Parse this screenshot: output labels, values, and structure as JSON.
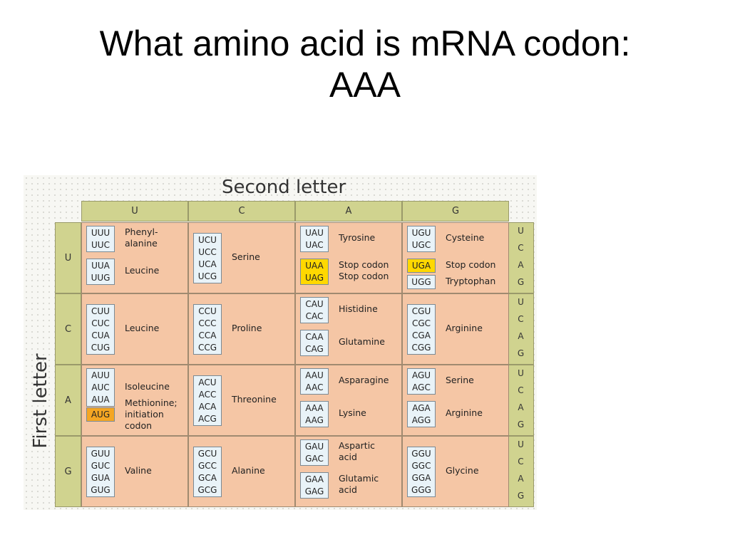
{
  "title": {
    "line1": "What amino acid is mRNA codon:",
    "line2": "AAA"
  },
  "table": {
    "second_letter_label": "Second letter",
    "first_letter_label": "First letter",
    "column_headers": [
      "U",
      "C",
      "A",
      "G"
    ],
    "row_headers": [
      "U",
      "C",
      "A",
      "G"
    ],
    "third_letters": [
      "U",
      "C",
      "A",
      "G"
    ],
    "cells": [
      [
        {
          "groups": [
            {
              "codons": [
                "UUU",
                "UUC"
              ],
              "label": "Phenyl-\nalanine"
            },
            {
              "codons": [
                "UUA",
                "UUG"
              ],
              "label": "Leucine"
            }
          ]
        },
        {
          "groups": [
            {
              "codons": [
                "UCU",
                "UCC",
                "UCA",
                "UCG"
              ],
              "label": "Serine"
            }
          ]
        },
        {
          "groups": [
            {
              "codons": [
                "UAU",
                "UAC"
              ],
              "label": "Tyrosine"
            },
            {
              "codons": [
                "UAA",
                "UAG"
              ],
              "label": "Stop codon\nStop codon",
              "highlight": "stop"
            }
          ]
        },
        {
          "groups": [
            {
              "codons": [
                "UGU",
                "UGC"
              ],
              "label": "Cysteine"
            },
            {
              "codons": [
                "UGA"
              ],
              "label": "Stop codon",
              "highlight": "stop"
            },
            {
              "codons": [
                "UGG"
              ],
              "label": "Tryptophan"
            }
          ]
        }
      ],
      [
        {
          "groups": [
            {
              "codons": [
                "CUU",
                "CUC",
                "CUA",
                "CUG"
              ],
              "label": "Leucine"
            }
          ]
        },
        {
          "groups": [
            {
              "codons": [
                "CCU",
                "CCC",
                "CCA",
                "CCG"
              ],
              "label": "Proline"
            }
          ]
        },
        {
          "groups": [
            {
              "codons": [
                "CAU",
                "CAC"
              ],
              "label": "Histidine"
            },
            {
              "codons": [
                "CAA",
                "CAG"
              ],
              "label": "Glutamine"
            }
          ]
        },
        {
          "groups": [
            {
              "codons": [
                "CGU",
                "CGC",
                "CGA",
                "CGG"
              ],
              "label": "Arginine"
            }
          ]
        }
      ],
      [
        {
          "groups": [
            {
              "codons": [
                "AUU",
                "AUC",
                "AUA"
              ],
              "label": "Isoleucine"
            },
            {
              "codons": [
                "AUG"
              ],
              "label": "Methionine;\ninitiation\ncodon",
              "highlight": "start"
            }
          ]
        },
        {
          "groups": [
            {
              "codons": [
                "ACU",
                "ACC",
                "ACA",
                "ACG"
              ],
              "label": "Threonine"
            }
          ]
        },
        {
          "groups": [
            {
              "codons": [
                "AAU",
                "AAC"
              ],
              "label": "Asparagine"
            },
            {
              "codons": [
                "AAA",
                "AAG"
              ],
              "label": "Lysine"
            }
          ]
        },
        {
          "groups": [
            {
              "codons": [
                "AGU",
                "AGC"
              ],
              "label": "Serine"
            },
            {
              "codons": [
                "AGA",
                "AGG"
              ],
              "label": "Arginine"
            }
          ]
        }
      ],
      [
        {
          "groups": [
            {
              "codons": [
                "GUU",
                "GUC",
                "GUA",
                "GUG"
              ],
              "label": "Valine"
            }
          ]
        },
        {
          "groups": [
            {
              "codons": [
                "GCU",
                "GCC",
                "GCA",
                "GCG"
              ],
              "label": "Alanine"
            }
          ]
        },
        {
          "groups": [
            {
              "codons": [
                "GAU",
                "GAC"
              ],
              "label": "Aspartic\nacid"
            },
            {
              "codons": [
                "GAA",
                "GAG"
              ],
              "label": "Glutamic\nacid"
            }
          ]
        },
        {
          "groups": [
            {
              "codons": [
                "GGU",
                "GGC",
                "GGA",
                "GGG"
              ],
              "label": "Glycine"
            }
          ]
        }
      ]
    ],
    "colors": {
      "header_fill": "#d0d38f",
      "cell_fill": "#f5c6a5",
      "codon_fill": "#e9f3f8",
      "stop_highlight": "#ffd800",
      "start_highlight": "#f5a623"
    }
  }
}
